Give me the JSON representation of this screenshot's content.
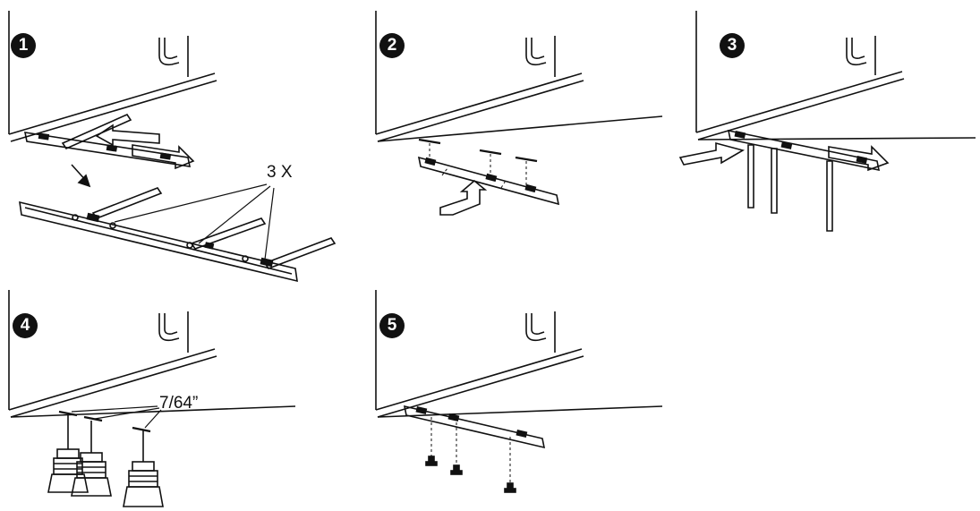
{
  "steps": [
    {
      "number": "1",
      "callout": "3 X"
    },
    {
      "number": "2"
    },
    {
      "number": "3"
    },
    {
      "number": "4",
      "callout": "7/64”"
    },
    {
      "number": "5"
    }
  ],
  "colors": {
    "ink": "#111111",
    "paper": "#ffffff"
  }
}
